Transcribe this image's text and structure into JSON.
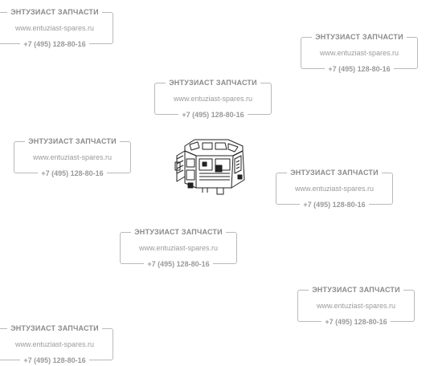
{
  "watermark": {
    "company": "ЭНТУЗИАСТ ЗАПЧАСТИ",
    "site": "www.entuziast-spares.ru",
    "phone": "+7 (495) 128-80-16"
  },
  "image": {
    "subject": "part-drawing",
    "line_color": "#222222",
    "watermark_color": "#b0b0b0"
  }
}
